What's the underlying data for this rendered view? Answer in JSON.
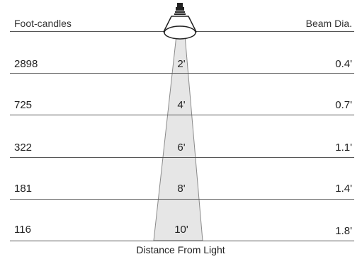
{
  "header": {
    "left_label": "Foot-candles",
    "right_label": "Beam Dia."
  },
  "rows": [
    {
      "footcandles": "2898",
      "distance": "2'",
      "beam": "0.4'"
    },
    {
      "footcandles": "725",
      "distance": "4'",
      "beam": "0.7'"
    },
    {
      "footcandles": "322",
      "distance": "6'",
      "beam": "1.1'"
    },
    {
      "footcandles": "181",
      "distance": "8'",
      "beam": "1.4'"
    },
    {
      "footcandles": "116",
      "distance": "10'",
      "beam": "1.8'"
    }
  ],
  "footer": {
    "axis_label": "Distance From Light"
  },
  "colors": {
    "beam_fill": "#e6e6e6",
    "beam_stroke": "#8a8a8a",
    "rule": "#555555"
  },
  "icons": {
    "lamp": "spotlight-lamp-icon"
  }
}
